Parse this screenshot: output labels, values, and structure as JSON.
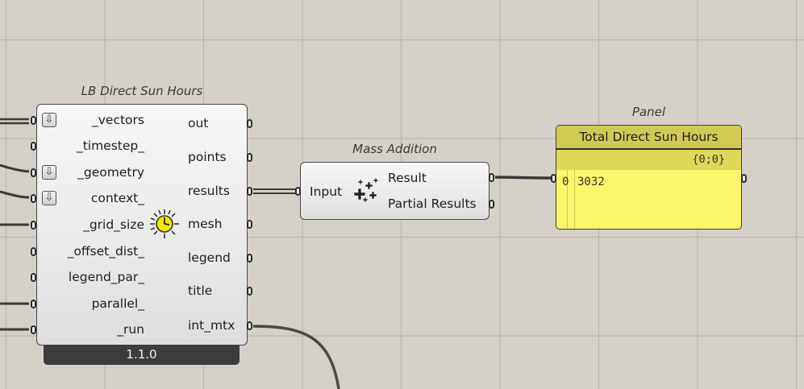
{
  "lb_component": {
    "title": "LB Direct Sun Hours",
    "version": "1.1.0",
    "icon": "sun-hours-icon",
    "inputs": [
      "_vectors",
      "_timestep_",
      "_geometry",
      "context_",
      "_grid_size",
      "_offset_dist_",
      "legend_par_",
      "parallel_",
      "_run"
    ],
    "outputs": [
      "out",
      "points",
      "results",
      "mesh",
      "legend",
      "title",
      "int_mtx"
    ]
  },
  "mass_addition": {
    "title": "Mass Addition",
    "icon": "mass-addition-icon",
    "inputs": [
      "Input"
    ],
    "outputs": [
      "Result",
      "Partial Results"
    ]
  },
  "panel": {
    "title": "Panel",
    "header": "Total Direct Sun Hours",
    "path": "{0;0}",
    "rows": [
      {
        "index": "0",
        "value": "3032"
      }
    ],
    "color": "#fbf76a"
  }
}
